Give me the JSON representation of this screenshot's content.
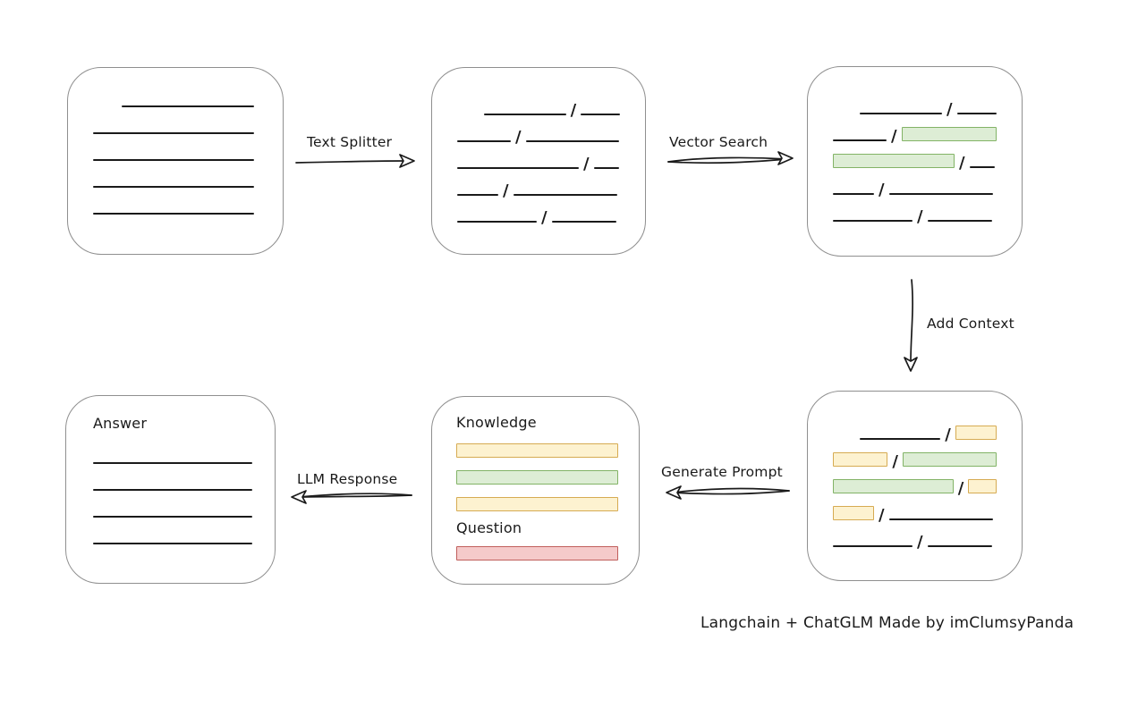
{
  "separator": "/",
  "colors": {
    "line": "#1a1a1a",
    "box_border": "#8f8f8f",
    "green_fill": "#ddedd5",
    "green_border": "#82b366",
    "yellow_fill": "#fdf2d0",
    "yellow_border": "#d6ab52",
    "red_fill": "#f5caca",
    "red_border": "#c05f5c"
  },
  "labels": {
    "text_splitter": "Text Splitter",
    "vector_search": "Vector Search",
    "add_context": "Add Context",
    "generate_prompt": "Generate Prompt",
    "llm_response": "LLM Response",
    "caption": "Langchain + ChatGLM Made by imClumsyPanda"
  },
  "boxes": {
    "document": {
      "rows": [
        {
          "indent": 32,
          "segs": [
            {
              "k": "line",
              "w": 148
            }
          ]
        },
        {
          "segs": [
            {
              "k": "line",
              "w": 180
            }
          ]
        },
        {
          "segs": [
            {
              "k": "line",
              "w": 180
            }
          ]
        },
        {
          "segs": [
            {
              "k": "line",
              "w": 180
            }
          ]
        },
        {
          "segs": [
            {
              "k": "line",
              "w": 180
            }
          ]
        }
      ]
    },
    "split_text": {
      "rows": [
        {
          "indent": 30,
          "segs": [
            {
              "k": "line",
              "w": 92
            },
            {
              "k": "line",
              "w": 44
            }
          ]
        },
        {
          "segs": [
            {
              "k": "line",
              "w": 60
            },
            {
              "k": "line",
              "w": 104
            }
          ]
        },
        {
          "segs": [
            {
              "k": "line",
              "w": 136
            },
            {
              "k": "line",
              "w": 28
            }
          ]
        },
        {
          "segs": [
            {
              "k": "line",
              "w": 46
            },
            {
              "k": "line",
              "w": 116
            }
          ]
        },
        {
          "segs": [
            {
              "k": "line",
              "w": 89
            },
            {
              "k": "line",
              "w": 72
            }
          ]
        }
      ]
    },
    "vector_result": {
      "rows": [
        {
          "indent": 30,
          "segs": [
            {
              "k": "line",
              "w": 92
            },
            {
              "k": "line",
              "w": 44
            }
          ]
        },
        {
          "segs": [
            {
              "k": "line",
              "w": 60
            },
            {
              "k": "green",
              "w": 106
            }
          ]
        },
        {
          "segs": [
            {
              "k": "green",
              "w": 136
            },
            {
              "k": "line",
              "w": 28
            }
          ]
        },
        {
          "segs": [
            {
              "k": "line",
              "w": 46
            },
            {
              "k": "line",
              "w": 116
            }
          ]
        },
        {
          "segs": [
            {
              "k": "line",
              "w": 89
            },
            {
              "k": "line",
              "w": 72
            }
          ]
        }
      ]
    },
    "context_result": {
      "rows": [
        {
          "indent": 30,
          "segs": [
            {
              "k": "line",
              "w": 92
            },
            {
              "k": "yellow",
              "w": 47
            }
          ]
        },
        {
          "segs": [
            {
              "k": "yellow",
              "w": 62
            },
            {
              "k": "green",
              "w": 106
            }
          ]
        },
        {
          "segs": [
            {
              "k": "green",
              "w": 136
            },
            {
              "k": "yellow",
              "w": 32
            }
          ]
        },
        {
          "segs": [
            {
              "k": "yellow",
              "w": 46
            },
            {
              "k": "line",
              "w": 116
            }
          ]
        },
        {
          "segs": [
            {
              "k": "line",
              "w": 89
            },
            {
              "k": "line",
              "w": 72
            }
          ]
        }
      ]
    },
    "prompt": {
      "knowledge_label": "Knowledge",
      "question_label": "Question",
      "knowledge_rows": [
        {
          "segs": [
            {
              "k": "yellow",
              "w": 183
            }
          ]
        },
        {
          "segs": [
            {
              "k": "green",
              "w": 183
            }
          ]
        },
        {
          "segs": [
            {
              "k": "yellow",
              "w": 183
            }
          ]
        }
      ],
      "question_rows": [
        {
          "segs": [
            {
              "k": "red",
              "w": 183
            }
          ]
        }
      ]
    },
    "answer": {
      "label": "Answer",
      "rows": [
        {
          "segs": [
            {
              "k": "line",
              "w": 180
            }
          ]
        },
        {
          "segs": [
            {
              "k": "line",
              "w": 180
            }
          ]
        },
        {
          "segs": [
            {
              "k": "line",
              "w": 180
            }
          ]
        },
        {
          "segs": [
            {
              "k": "line",
              "w": 180
            }
          ]
        }
      ]
    }
  }
}
